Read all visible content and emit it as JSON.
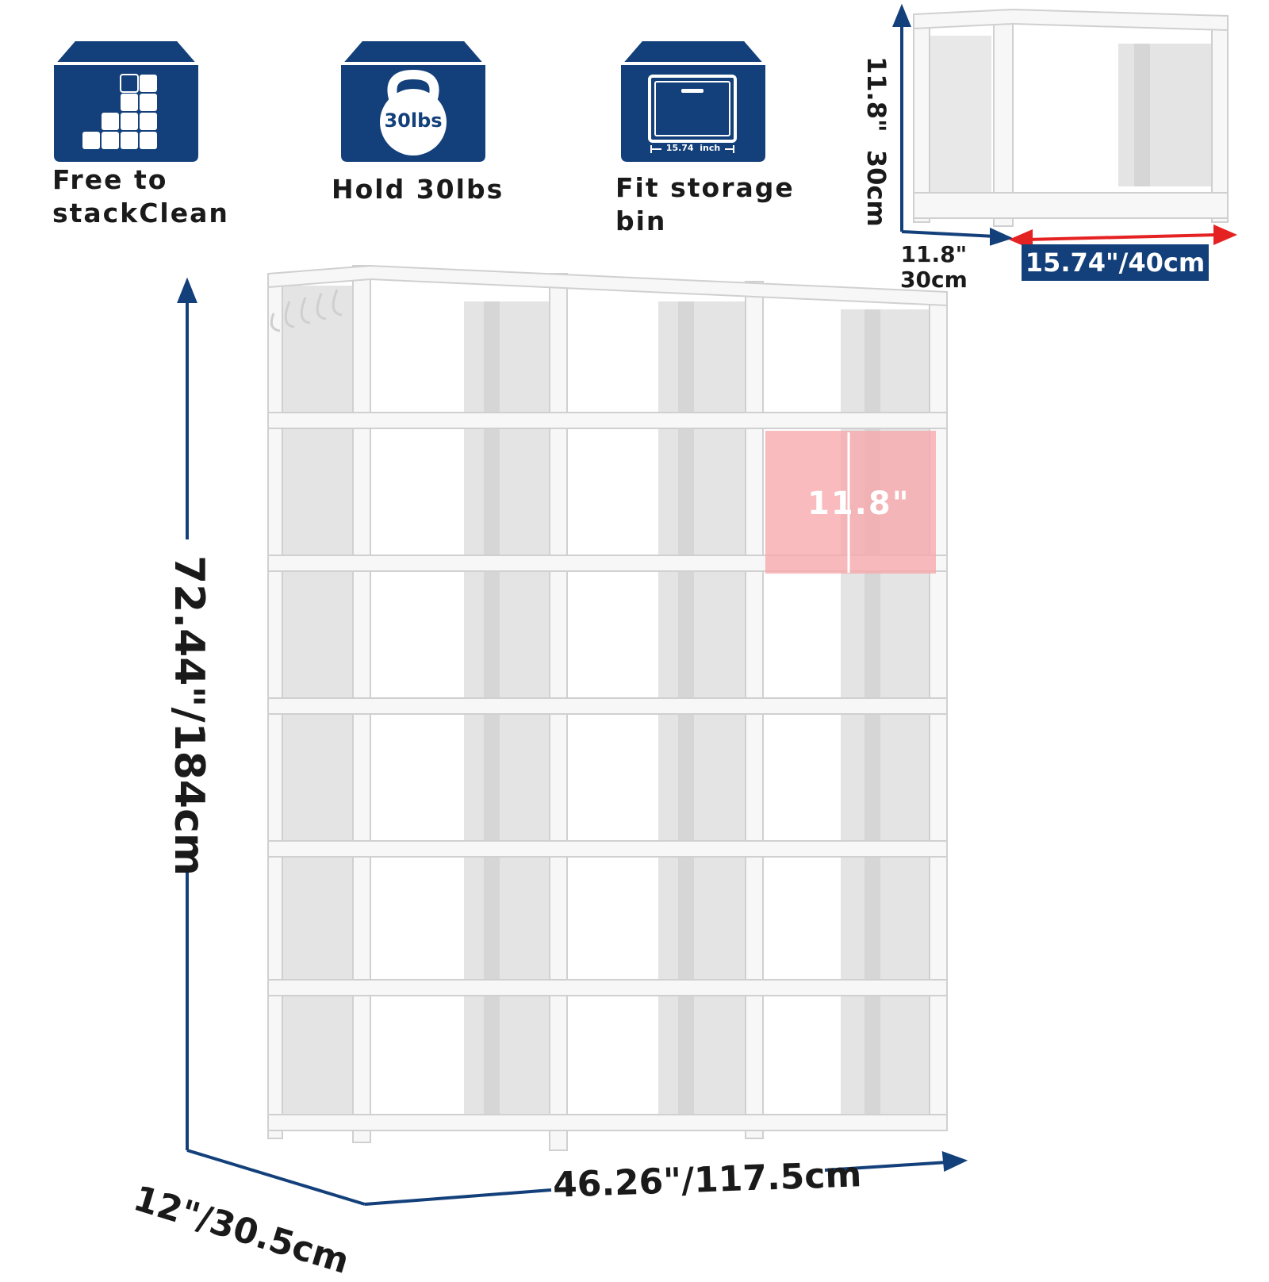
{
  "features": [
    {
      "icon": "stack-blocks-icon",
      "label_line1": "Free  to",
      "label_line2": "stackClean"
    },
    {
      "icon": "kettlebell-icon",
      "weight_text": "30lbs",
      "label_line1": "Hold  30lbs"
    },
    {
      "icon": "storage-bin-icon",
      "bin_width_text": "15.74  inch",
      "label_line1": "Fit  storage",
      "label_line2": "bin"
    }
  ],
  "dimensions": {
    "height": "72.44\"/184cm",
    "width": "46.26\"/117.5cm",
    "depth": "12\"/30.5cm",
    "cube_height": "11.8\"",
    "unit_height": "11.8\"  30cm",
    "unit_depth_line1": "11.8\"",
    "unit_depth_line2": "30cm",
    "unit_width": "15.74\"/40cm"
  },
  "colors": {
    "navy": "#13407a",
    "highlight": "#f7a8ab",
    "arrow_red": "#e52222",
    "frame": "#f2f2f2",
    "panel": "#e6e6e6"
  }
}
